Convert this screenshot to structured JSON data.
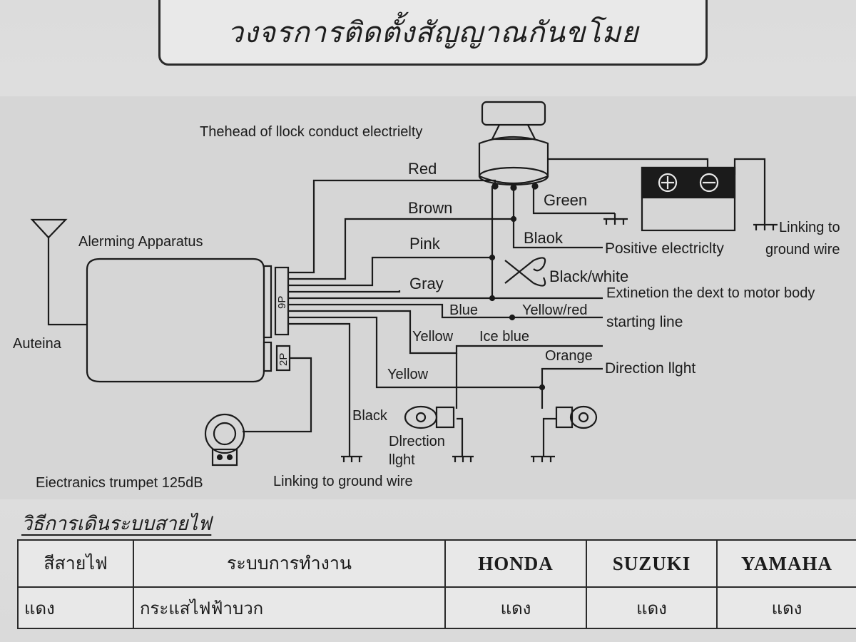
{
  "header": {
    "title": "วงจรการติดตั้งสัญญาณกันขโมย"
  },
  "diagram": {
    "labels": {
      "lock_head": "Thehead of llock conduct electrielty",
      "alarm_apparatus": "Alerming Apparatus",
      "antenna": "Auteina",
      "connector_9p": "9P",
      "connector_2p": "2P",
      "trumpet": "Eiectranics trumpet 125dB",
      "ground_bottom": "Linking to ground wire",
      "ground_battery_line1": "Linking to",
      "ground_battery_line2": "ground wire",
      "positive": "Positive electriclty",
      "extinction": "Extinetion the dext to motor body",
      "starting": "starting line",
      "direction_right": "Direction llght",
      "direction_left_line1": "Dlrection",
      "direction_left_line2": "llght"
    },
    "wires": {
      "red": "Red",
      "brown": "Brown",
      "pink": "Pink",
      "gray": "Gray",
      "green": "Green",
      "black_lock": "Blaok",
      "black_white": "Black/white",
      "blue": "Blue",
      "yellow_red": "Yellow/red",
      "yellow1": "Yellow",
      "ice_blue": "Ice blue",
      "yellow2": "Yellow",
      "orange": "Orange",
      "black": "Black"
    },
    "battery": {
      "plus": "+",
      "minus": "−"
    }
  },
  "section": {
    "heading": "วิธีการเดินระบบสายไฟ"
  },
  "table": {
    "headers": [
      "สีสายไฟ",
      "ระบบการทำงาน",
      "HONDA",
      "SUZUKI",
      "YAMAHA"
    ],
    "rows": [
      [
        "แดง",
        "กระแสไฟฟ้าบวก",
        "แดง",
        "แดง",
        "แดง"
      ]
    ]
  },
  "colors": {
    "line": "#1b1b1b",
    "panel": "#d6d6d6"
  }
}
